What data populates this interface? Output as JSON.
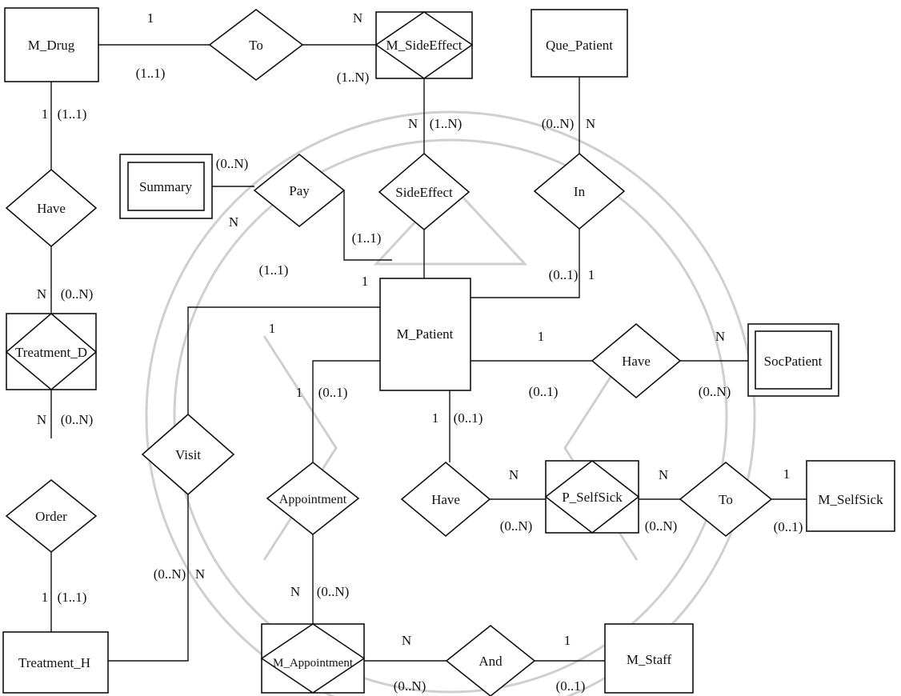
{
  "diagram": {
    "entities": {
      "m_drug": "M_Drug",
      "que_patient": "Que_Patient",
      "summary": "Summary",
      "m_patient": "M_Patient",
      "socpatient": "SocPatient",
      "m_selfsick": "M_SelfSick",
      "treatment_h": "Treatment_H",
      "m_staff": "M_Staff"
    },
    "associative_entities": {
      "m_sideeffect": "M_SideEffect",
      "treatment_d": "Treatment_D",
      "p_selfsick": "P_SelfSick",
      "m_appointment": "M_Appointment"
    },
    "relationships": {
      "to_drug": "To",
      "have_drug": "Have",
      "pay": "Pay",
      "sideeffect": "SideEffect",
      "in": "In",
      "have_soc": "Have",
      "visit": "Visit",
      "appointment": "Appointment",
      "have_selfsick": "Have",
      "to_selfsick": "To",
      "order": "Order",
      "and": "And"
    },
    "cardinalities": {
      "c01": "1",
      "c02": "(1..1)",
      "c03": "N",
      "c04": "(1..N)",
      "c05": "1",
      "c06": "(1..1)",
      "c07": "N",
      "c08": "(1..N)",
      "c09": "(0..N)",
      "c10": "N",
      "c11": "(0..N)",
      "c12": "N",
      "c13": "(1..1)",
      "c14": "N",
      "c15": "(0..N)",
      "c16": "(1..1)",
      "c17": "1",
      "c18": "(0..1)",
      "c19": "1",
      "c20": "1",
      "c21": "1",
      "c22": "N",
      "c23": "(0..1)",
      "c24": "(0..N)",
      "c25": "N",
      "c26": "(0..N)",
      "c27": "1",
      "c28": "(0..1)",
      "c29": "1",
      "c30": "(0..1)",
      "c31": "N",
      "c32": "(0..N)",
      "c33": "N",
      "c34": "(0..N)",
      "c35": "1",
      "c36": "(0..1)",
      "c37": "(0..N)",
      "c38": "N",
      "c39": "1",
      "c40": "(1..1)",
      "c41": "N",
      "c42": "(0..N)",
      "c43": "N",
      "c44": "(0..N)",
      "c45": "1",
      "c46": "(0..1)"
    }
  }
}
